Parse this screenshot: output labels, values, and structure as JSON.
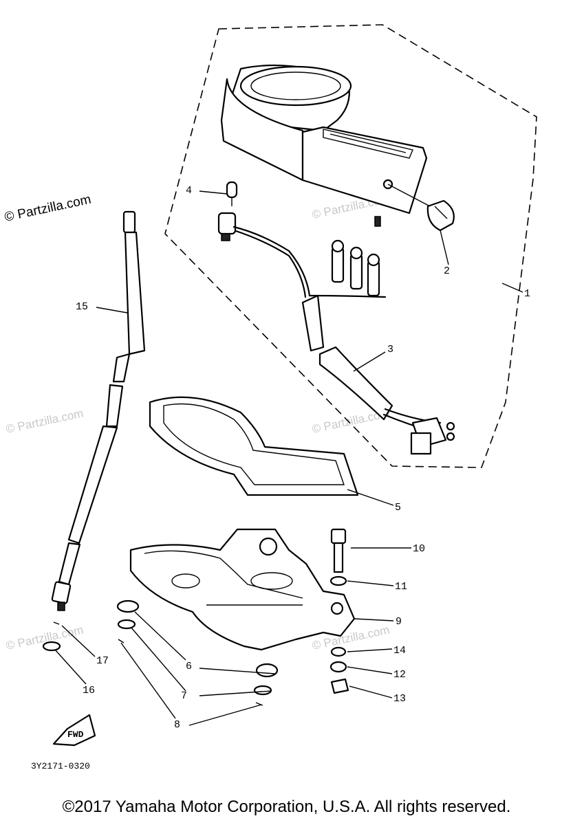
{
  "watermark": {
    "text": "© Partzilla.com"
  },
  "diagram": {
    "drawing_code": "3Y2171-0320",
    "fwd_label": "FWD",
    "callouts": [
      "1",
      "2",
      "3",
      "4",
      "5",
      "6",
      "7",
      "8",
      "9",
      "10",
      "11",
      "12",
      "13",
      "14",
      "15",
      "16",
      "17"
    ]
  },
  "footer": {
    "copyright": "©2017 Yamaha Motor Corporation, U.S.A. All rights reserved."
  }
}
